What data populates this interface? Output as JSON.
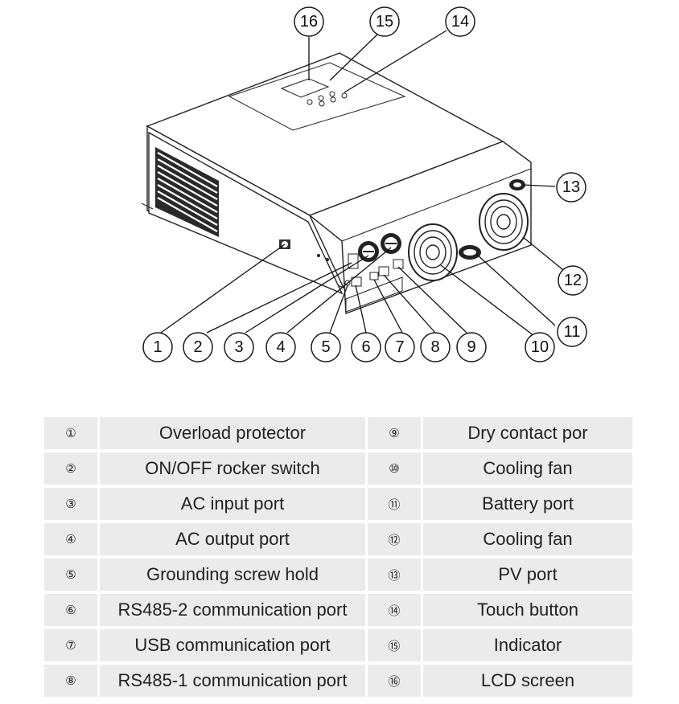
{
  "callouts": [
    "1",
    "2",
    "3",
    "4",
    "5",
    "6",
    "7",
    "8",
    "9",
    "10",
    "11",
    "12",
    "13",
    "14",
    "15",
    "16"
  ],
  "legend": [
    {
      "num": "①",
      "label": "Overload protector"
    },
    {
      "num": "②",
      "label": "ON/OFF rocker switch"
    },
    {
      "num": "③",
      "label": "AC input port"
    },
    {
      "num": "④",
      "label": "AC output port"
    },
    {
      "num": "⑤",
      "label": "Grounding screw hold"
    },
    {
      "num": "⑥",
      "label": "RS485-2 communication port"
    },
    {
      "num": "⑦",
      "label": "USB communication port"
    },
    {
      "num": "⑧",
      "label": "RS485-1 communication port"
    },
    {
      "num": "⑨",
      "label": "Dry contact por"
    },
    {
      "num": "⑩",
      "label": "Cooling fan"
    },
    {
      "num": "⑪",
      "label": "Battery port"
    },
    {
      "num": "⑫",
      "label": "Cooling fan"
    },
    {
      "num": "⑬",
      "label": "PV port"
    },
    {
      "num": "⑭",
      "label": "Touch button"
    },
    {
      "num": "⑮",
      "label": "Indicator"
    },
    {
      "num": "⑯",
      "label": "LCD screen"
    }
  ]
}
